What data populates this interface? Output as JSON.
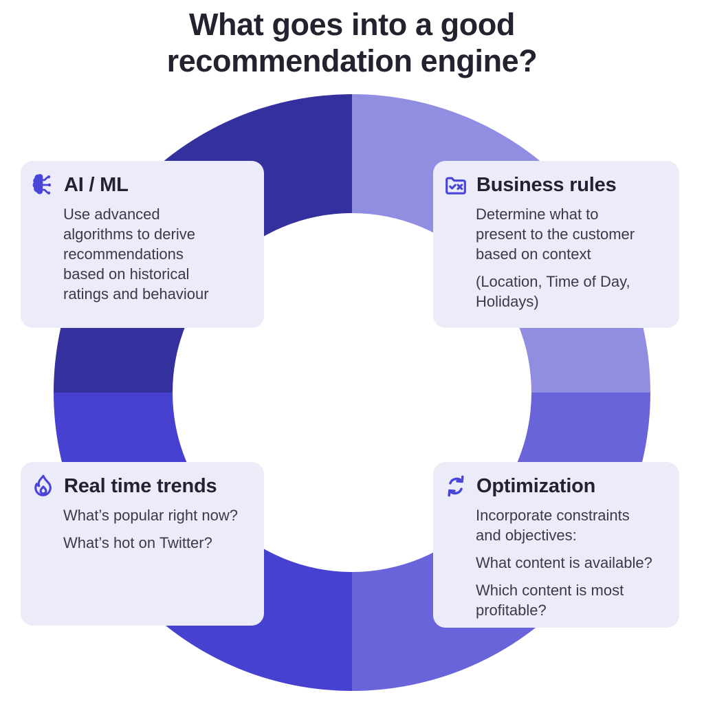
{
  "title": "What goes into a good\nrecommendation engine?",
  "ring": {
    "hole_color": "#ffffff",
    "segments": [
      {
        "name": "top-left",
        "color": "#34309e",
        "sweep_deg": 90
      },
      {
        "name": "top-right",
        "color": "#918ee2",
        "sweep_deg": 90
      },
      {
        "name": "bottom-right",
        "color": "#6964da",
        "sweep_deg": 90
      },
      {
        "name": "bottom-left",
        "color": "#4641d0",
        "sweep_deg": 90
      }
    ]
  },
  "cards": [
    {
      "id": "ai-ml",
      "icon": "brain-circuit-icon",
      "title": "AI / ML",
      "paragraphs": [
        "Use advanced\nalgorithms to derive\nrecommendations\nbased on historical\nratings and behaviour"
      ]
    },
    {
      "id": "business-rules",
      "icon": "folder-rules-icon",
      "title": "Business rules",
      "paragraphs": [
        "Determine what to\npresent to the customer\nbased on context",
        "(Location, Time of Day,\nHolidays)"
      ]
    },
    {
      "id": "real-time-trends",
      "icon": "flame-icon",
      "title": "Real time trends",
      "paragraphs": [
        "What’s popular right now?",
        "What’s hot on Twitter?"
      ]
    },
    {
      "id": "optimization",
      "icon": "sync-icon",
      "title": "Optimization",
      "paragraphs": [
        "Incorporate constraints\nand objectives:",
        "What content is available?",
        "Which content is most\nprofitable?"
      ]
    }
  ],
  "colors": {
    "accent": "#4845d8",
    "card_bg": "#ececf8",
    "title_text": "#24222f",
    "body_text": "#3b3947"
  }
}
